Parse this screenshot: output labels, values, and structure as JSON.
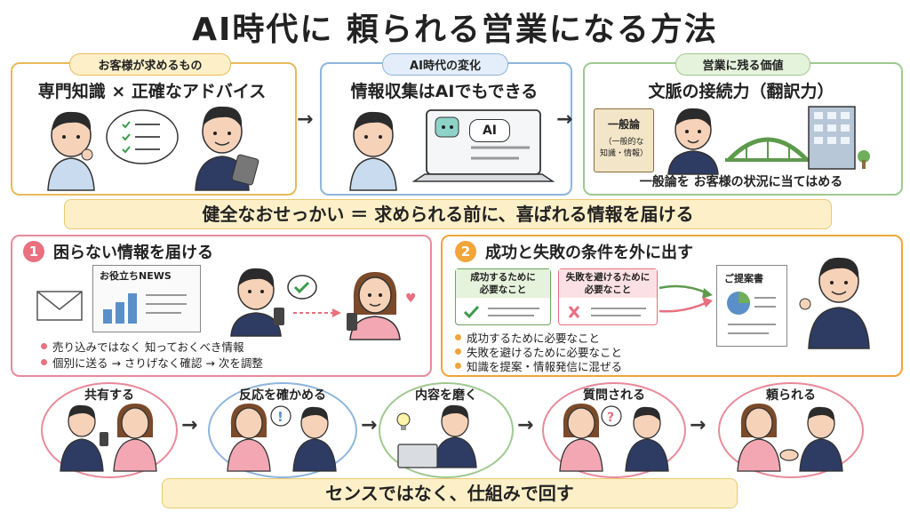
{
  "title": "AI時代に 頼られる営業になる方法",
  "top": {
    "panel1": {
      "tag": "お客様が求めるもの",
      "head": "専門知識 × 正確なアドバイス"
    },
    "panel2": {
      "tag": "AI時代の変化",
      "head": "情報収集はAIでもできる",
      "screen_label": "AI"
    },
    "panel3": {
      "tag": "営業に残る価値",
      "head": "文脈の接続力（翻訳力）",
      "book_title": "一般論",
      "book_sub1": "（一般的な",
      "book_sub2": "知識・情報）",
      "caption": "一般論を お客様の状況に当てはめる"
    }
  },
  "arrows": {
    "right": "→"
  },
  "band_middle": "健全なおせっかい ＝ 求められる前に、喜ばれる情報を届ける",
  "left_section": {
    "number": "1",
    "head": "困らない情報を届ける",
    "newsletter": "お役立ちNEWS",
    "bullets": [
      "売り込みではなく 知っておくべき情報",
      "個別に送る → さりげなく確認 → 次を調整"
    ]
  },
  "right_section": {
    "number": "2",
    "head": "成功と失敗の条件を外に出す",
    "card1": {
      "line1": "成功するために",
      "line2": "必要なこと"
    },
    "card2": {
      "line1": "失敗を避けるために",
      "line2": "必要なこと"
    },
    "doc_title": "ご提案書",
    "bullets": [
      "成功するために必要なこと",
      "失敗を避けるために必要なこと",
      "知識を提案・情報発信に混ぜる"
    ]
  },
  "steps": [
    "共有する",
    "反応を確かめる",
    "内容を磨く",
    "質問される",
    "頼られる"
  ],
  "band_bottom": "センスではなく、仕組みで回す",
  "colors": {
    "yellow": "#e9b95a",
    "blue": "#8eb5dd",
    "green": "#9fc98f",
    "pink": "#e88a9a",
    "orange": "#f0a53a",
    "navy": "#2e3b63"
  }
}
